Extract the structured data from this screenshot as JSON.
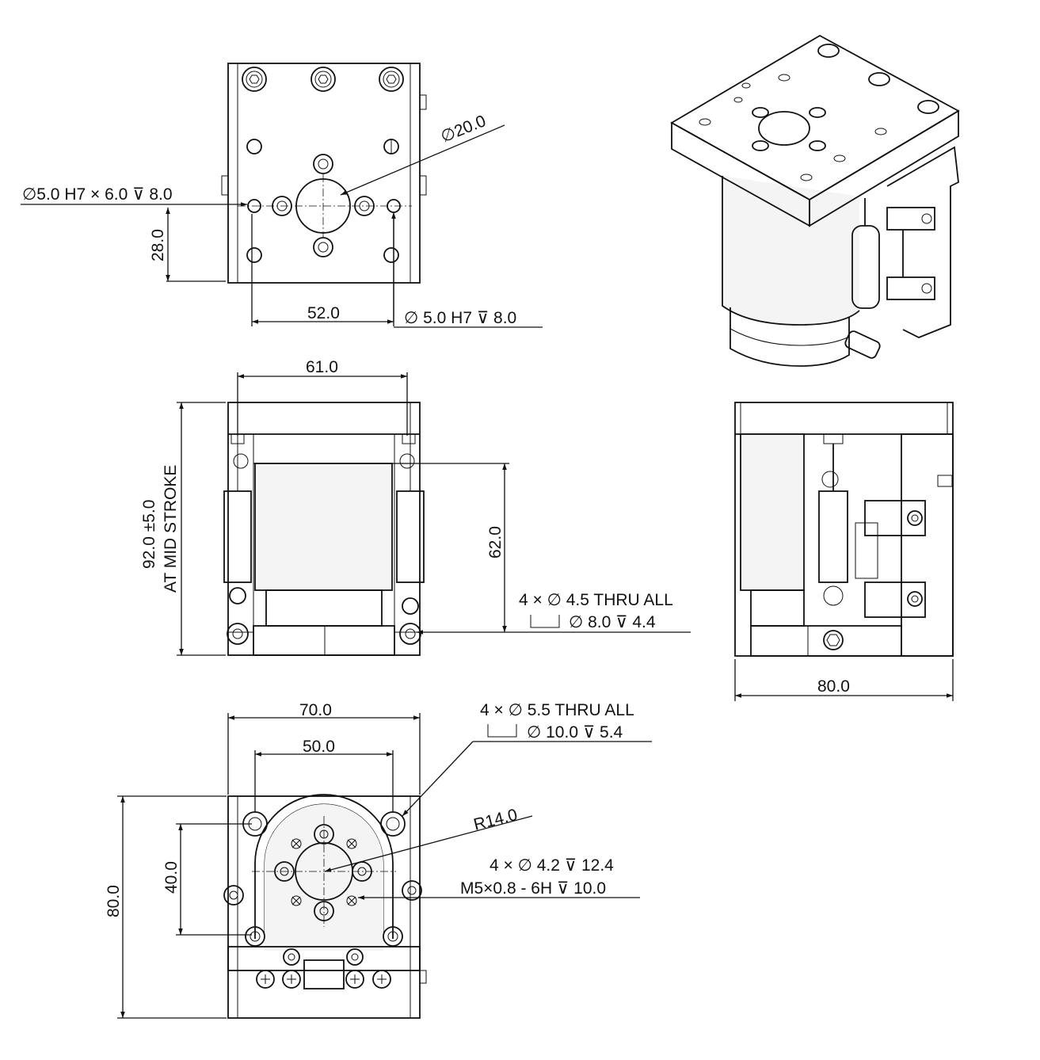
{
  "top_view": {
    "pin_hole_left": "∅5.0 H7 × 6.0 ⊽ 8.0",
    "bore": "∅20.0",
    "height_offset": "28.0",
    "pin_spacing": "52.0",
    "pin_hole_right": "∅ 5.0 H7 ⊽ 8.0"
  },
  "front_view": {
    "width": "61.0",
    "height_line1": "92.0 ±5.0",
    "height_line2": "AT MID STROKE",
    "inner_height": "62.0",
    "hole_line1": "4 × ∅ 4.5 THRU ALL",
    "hole_line2": "∅ 8.0 ⊽ 4.4"
  },
  "side_view": {
    "width": "80.0"
  },
  "bottom_view": {
    "outer_width": "70.0",
    "inner_width": "50.0",
    "hole_line1": "4 × ∅ 5.5 THRU ALL",
    "hole_line2": "∅ 10.0 ⊽ 5.4",
    "radius": "R14.0",
    "height": "40.0",
    "overall_height": "80.0",
    "thread_line1": "4 × ∅ 4.2 ⊽ 12.4",
    "thread_line2": "M5×0.8 - 6H ⊽ 10.0"
  }
}
